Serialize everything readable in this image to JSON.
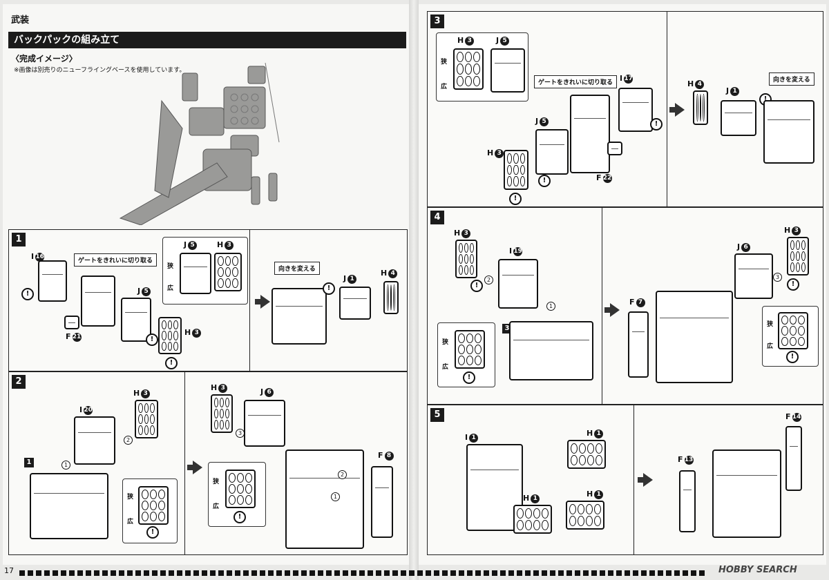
{
  "page": {
    "section_title": "武装",
    "section_subtitle": "バックパックの組み立て",
    "completed_image_label": "〈完成イメージ〉",
    "completed_image_note": "※画像は別売りのニューフライングベースを使用しています。",
    "page_number": "17",
    "watermark": "HOBBY SEARCH"
  },
  "common": {
    "gate_note": "ゲートをきれいに切り取る",
    "rotate_note": "向きを変える",
    "narrow": "狭",
    "wide": "広",
    "warn": "!"
  },
  "steps": {
    "s1": {
      "number": "1",
      "parts": {
        "i16": "I",
        "i16n": "16",
        "f21": "F",
        "f21n": "21",
        "j5": "J",
        "j5n": "5",
        "h3": "H",
        "h3n": "3",
        "j5b": "J",
        "j5bn": "5",
        "h3b": "H",
        "h3bn": "3",
        "j1": "J",
        "j1n": "1",
        "h4": "H",
        "h4n": "4"
      }
    },
    "s2": {
      "number": "2",
      "ref_step": "1",
      "parts": {
        "i20": "I",
        "i20n": "20",
        "h3": "H",
        "h3n": "3",
        "h3b": "H",
        "h3bn": "3",
        "j6": "J",
        "j6n": "6",
        "f8": "F",
        "f8n": "8"
      },
      "seq": [
        "1",
        "2",
        "1",
        "2",
        "3"
      ]
    },
    "s3": {
      "number": "3",
      "parts": {
        "h3": "H",
        "h3n": "3",
        "j5": "J",
        "j5n": "5",
        "i17": "I",
        "i17n": "17",
        "j5b": "J",
        "j5bn": "5",
        "h3b": "H",
        "h3bn": "3",
        "f22": "F",
        "f22n": "22",
        "h4": "H",
        "h4n": "4",
        "j1": "J",
        "j1n": "1"
      }
    },
    "s4": {
      "number": "4",
      "ref_step": "3",
      "parts": {
        "h3": "H",
        "h3n": "3",
        "i19": "I",
        "i19n": "19",
        "j6": "J",
        "j6n": "6",
        "h3b": "H",
        "h3bn": "3",
        "f7": "F",
        "f7n": "7"
      },
      "seq": [
        "2",
        "1",
        "3",
        "2",
        "1"
      ]
    },
    "s5": {
      "number": "5",
      "parts": {
        "i1": "I",
        "i1n": "1",
        "h1a": "H",
        "h1an": "1",
        "h1b": "H",
        "h1bn": "1",
        "h1c": "H",
        "h1cn": "1",
        "f14": "F",
        "f14n": "14",
        "f13": "F",
        "f13n": "13"
      }
    }
  }
}
